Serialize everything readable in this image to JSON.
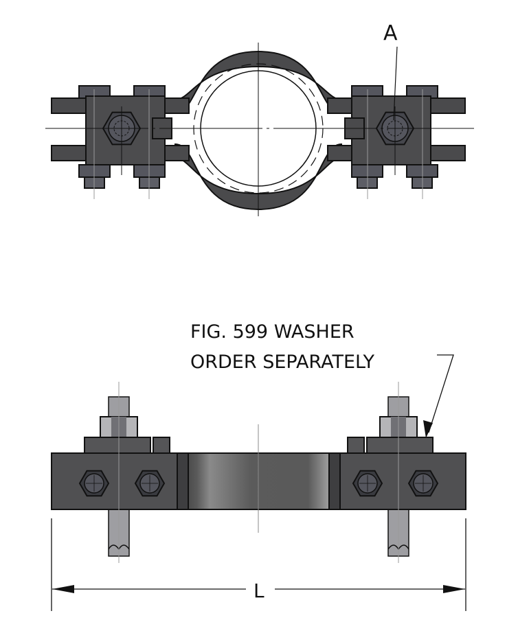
{
  "drawing": {
    "callout_a": "A",
    "note_line1": "FIG. 599 WASHER",
    "note_line2": "ORDER SEPARATELY",
    "dimension_label": "L"
  },
  "colors": {
    "steel_dark": "#4a4a4c",
    "steel_mid": "#6b6b70",
    "nut_light": "#b5b5b8",
    "bolt_head": "#55565e",
    "line": "#111111"
  }
}
